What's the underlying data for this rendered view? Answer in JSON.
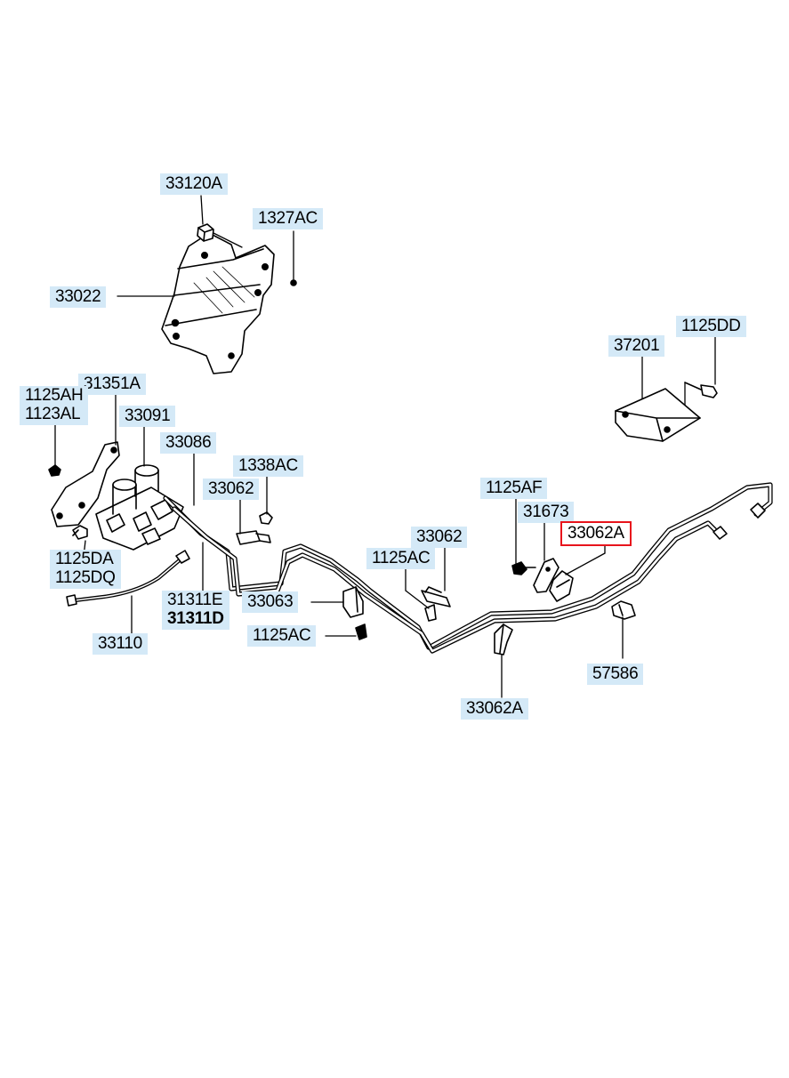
{
  "diagram": {
    "highlight_color": "#e8141c",
    "label_bg_color": "#d4e9f7",
    "labels": {
      "l33120A": "33120A",
      "l1327AC": "1327AC",
      "l33022": "33022",
      "l1125DD": "1125DD",
      "l37201": "37201",
      "l31351A": "31351A",
      "l1125AH": "1125AH",
      "l1123AL": "1123AL",
      "l33091": "33091",
      "l33086": "33086",
      "l1338AC": "1338AC",
      "l33062_a": "33062",
      "l1125AF": "1125AF",
      "l31673": "31673",
      "l33062A_sel": "33062A",
      "l33062_b": "33062",
      "l1125AC_a": "1125AC",
      "l1125DA": "1125DA",
      "l1125DQ": "1125DQ",
      "l31311E": "31311E",
      "l31311D": "31311D",
      "l33063": "33063",
      "l1125AC_b": "1125AC",
      "l33110": "33110",
      "l57586": "57586",
      "l33062A": "33062A"
    }
  }
}
